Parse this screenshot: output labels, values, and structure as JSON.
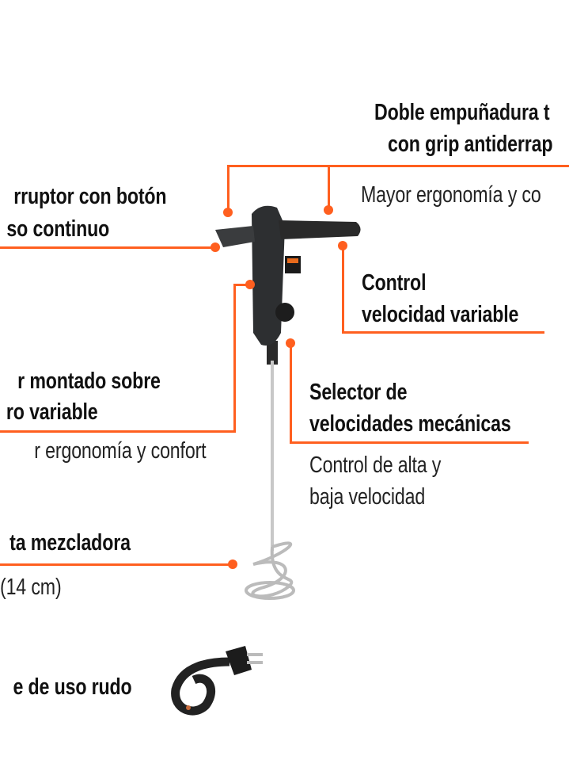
{
  "accent_color": "#ff5f1f",
  "callouts": {
    "grip": {
      "title_1": "Doble empuñadura t",
      "title_2": "con grip antiderrap",
      "desc": "Mayor ergonomía y co"
    },
    "switch": {
      "title_1": "rruptor con botón",
      "title_2": "so continuo"
    },
    "speed_control": {
      "title_1": "Control",
      "title_2": "velocidad variable"
    },
    "motor": {
      "title_1": "r montado sobre",
      "title_2": "ro variable",
      "desc": "r ergonomía y confort"
    },
    "selector": {
      "title_1": "Selector de",
      "title_2": "velocidades mecánicas",
      "desc_1": "Control de alta y",
      "desc_2": "baja velocidad"
    },
    "paddle": {
      "title": "ta mezcladora",
      "desc": "(14 cm)"
    },
    "cable": {
      "title": "e de uso rudo"
    }
  },
  "icons": [
    "mixer-drill-image",
    "power-cord-plug-image"
  ]
}
